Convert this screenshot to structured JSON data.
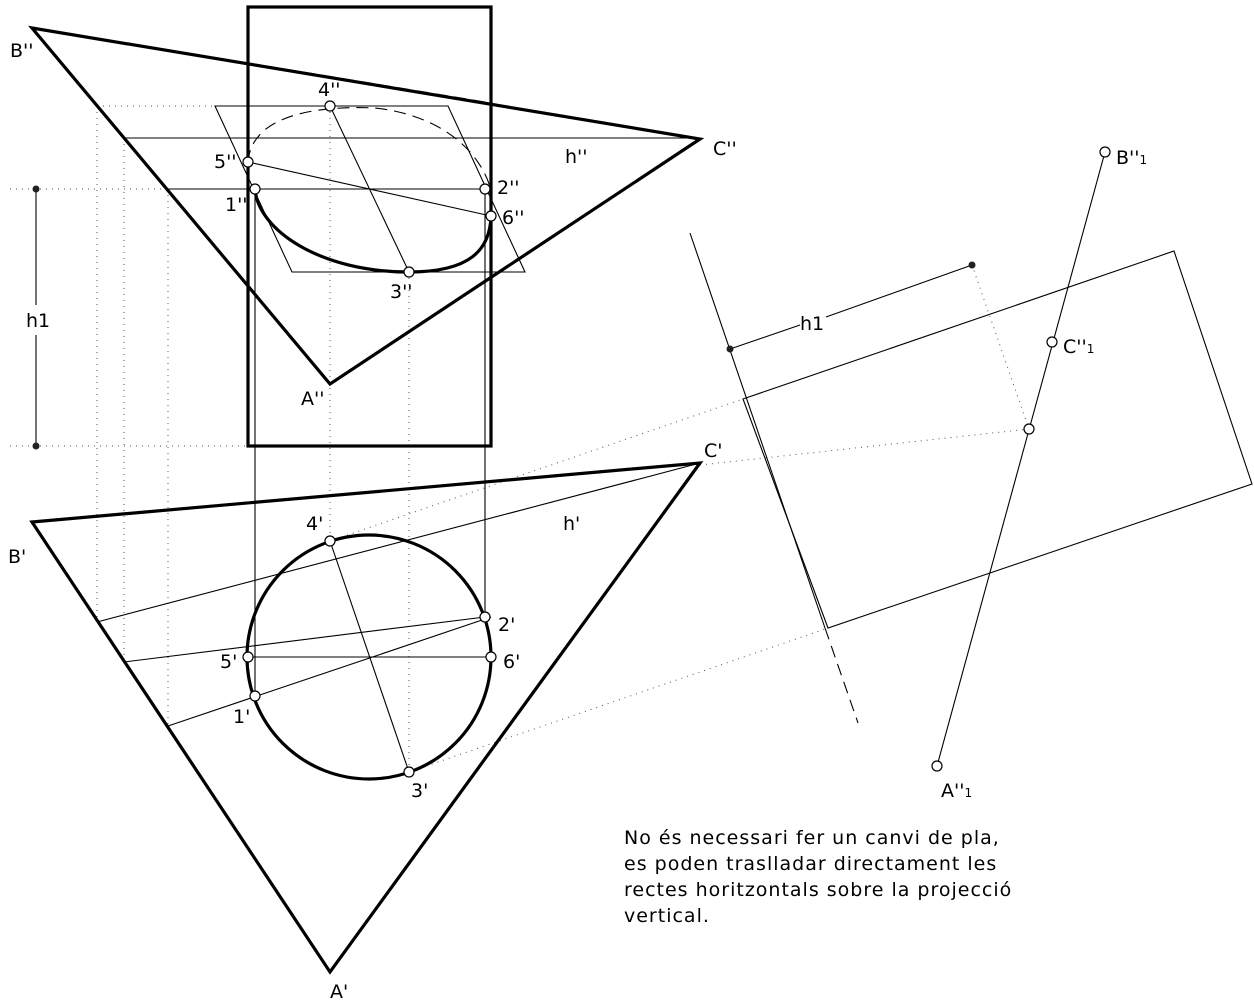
{
  "labels": {
    "B2": "B''",
    "C2": "C''",
    "A2": "A''",
    "h2": "h''",
    "p4_2": "4''",
    "p5_2": "5''",
    "p1_2": "1''",
    "p2_2": "2''",
    "p6_2": "6''",
    "p3_2": "3''",
    "h1_left": "h1",
    "B1": "B'",
    "C1": "C'",
    "A1": "A'",
    "h1": "h'",
    "p4_1": "4'",
    "p2_1": "2'",
    "p5_1": "5'",
    "p6_1": "6'",
    "p1_1": "1'",
    "p3_1": "3'",
    "h1_right": "h1",
    "B21": "B''",
    "C21": "C''",
    "A21": "A''",
    "sub1_a": "1",
    "sub1_b": "1",
    "sub1_c": "1"
  },
  "note": {
    "line1": "No és necessari fer un canvi de pla,",
    "line2": "es poden traslladar directament les",
    "line3": "rectes horitzontals sobre la projecció",
    "line4": "vertical."
  }
}
